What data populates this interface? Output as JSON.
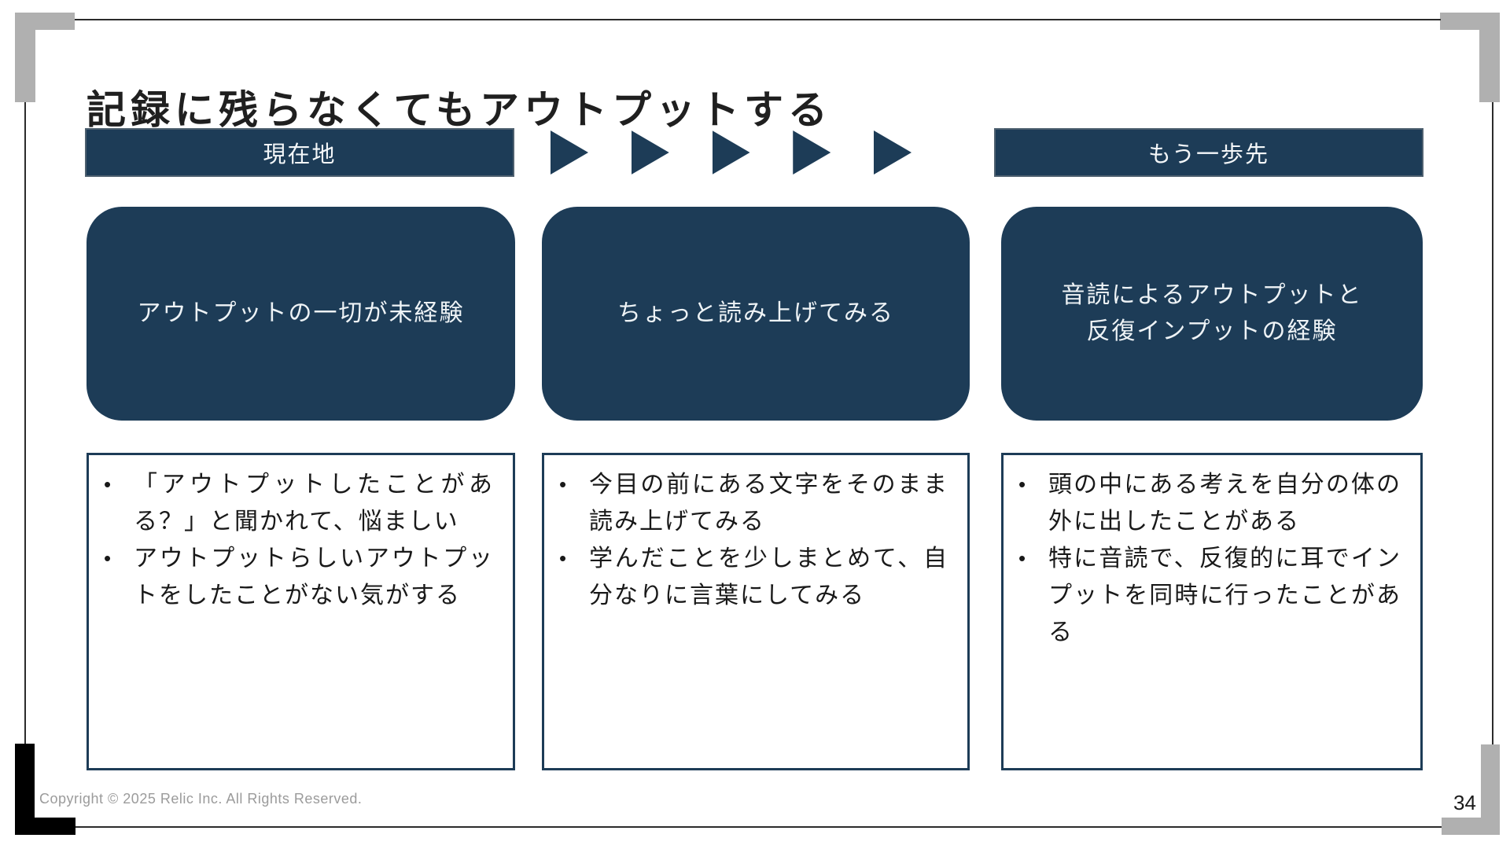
{
  "slide": {
    "title": "記録に残らなくてもアウトプットする",
    "page_number": "34",
    "copyright": "Copyright © 2025 Relic Inc. All Rights Reserved.",
    "colors": {
      "navy": "#1d3c57",
      "corner_gray": "#b0b0b0",
      "corner_black": "#000000"
    },
    "stage_labels": {
      "current": "現在地",
      "ahead": "もう一歩先"
    },
    "arrow_icons": {
      "name": "arrow-right-icon",
      "count": 5
    },
    "columns": [
      {
        "box_text": "アウトプットの一切が未経験",
        "bullet_marker": "•",
        "bullets": [
          "「アウトプットしたことがある？」と聞かれて、悩ましい",
          "アウトプットらしいアウトプットをしたことがない気がする"
        ]
      },
      {
        "box_text": "ちょっと読み上げてみる",
        "bullet_marker": "•",
        "bullets": [
          "今目の前にある文字をそのまま読み上げてみる",
          "学んだことを少しまとめて、自分なりに言葉にしてみる"
        ]
      },
      {
        "box_text": "音読によるアウトプットと\n反復インプットの経験",
        "bullet_marker": "•",
        "bullets": [
          "頭の中にある考えを自分の体の外に出したことがある",
          "特に音読で、反復的に耳でインプットを同時に行ったことがある"
        ]
      }
    ]
  }
}
